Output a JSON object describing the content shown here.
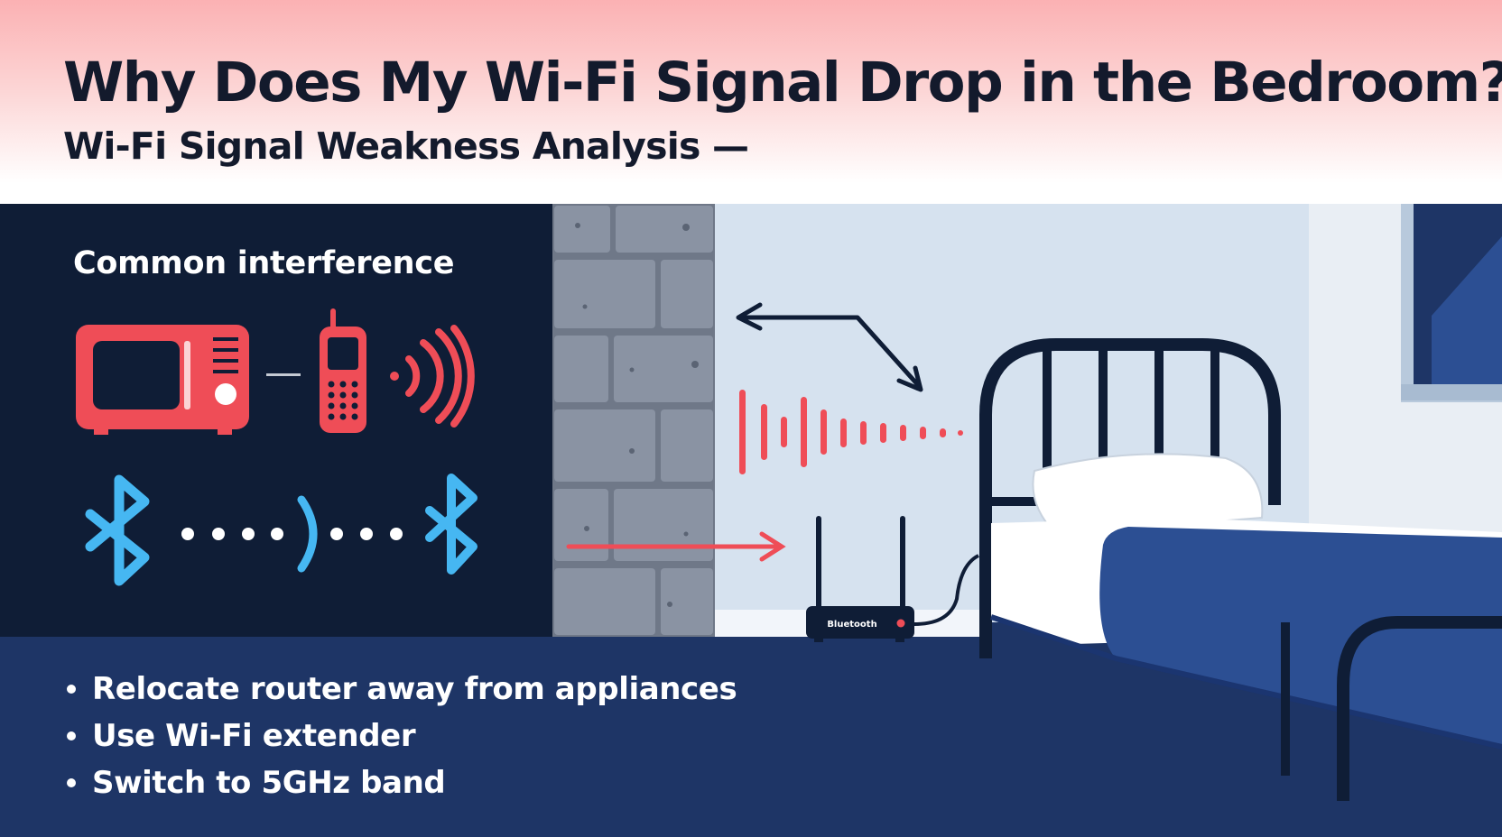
{
  "header": {
    "title": "Why Does My Wi-Fi Signal Drop in the Bedroom?",
    "subtitle": "Wi-Fi Signal Weakness Analysis —"
  },
  "interference": {
    "heading": "Common interference",
    "icons": [
      "microwave-icon",
      "cordless-phone-icon",
      "radio-waves-icon",
      "bluetooth-icon"
    ]
  },
  "router": {
    "label": "Bluetooth"
  },
  "tips": [
    "Relocate router away from appliances",
    "Use Wi-Fi extender",
    "Switch to 5GHz band"
  ],
  "colors": {
    "navy": "#0f1d36",
    "floor": "#1e3566",
    "wall_gray": "#808a9a",
    "room_wall": "#d6e2ef",
    "accent_red": "#ef4d57",
    "bluetooth_blue": "#46b7f2",
    "blanket": "#2c4f93"
  }
}
